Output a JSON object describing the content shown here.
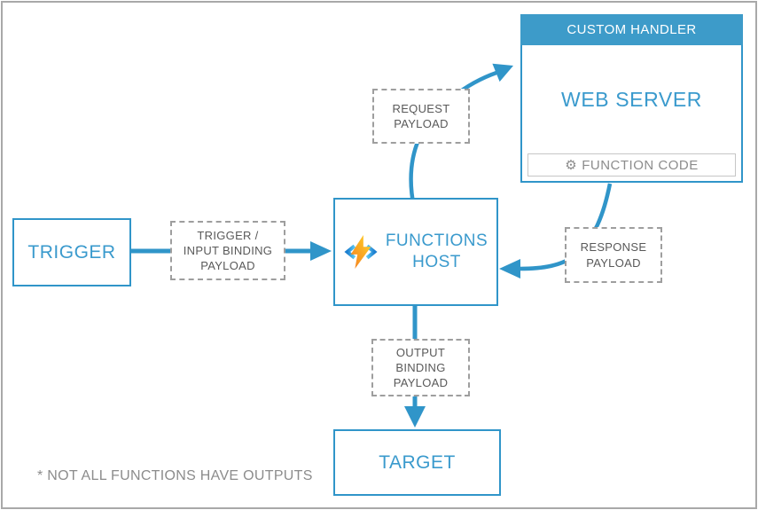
{
  "colors": {
    "accent_blue": "#3095C9",
    "header_bg": "#3D9BC9",
    "text_blue": "#3A9ACD",
    "dashed_border_gray": "#9E9E9E",
    "dashed_text_gray": "#595959",
    "muted_gray": "#8C8C8C",
    "frame_border": "#A9A9A9",
    "bolt_orange": "#F47B20",
    "bolt_yellow": "#FFD629"
  },
  "nodes": {
    "trigger": {
      "label": "TRIGGER"
    },
    "functions_host": {
      "lines": [
        "FUNCTIONS",
        "HOST"
      ]
    },
    "target": {
      "label": "TARGET"
    },
    "custom_handler": {
      "header": "CUSTOM HANDLER",
      "body": "WEB SERVER",
      "function_code": {
        "label": "FUNCTION CODE",
        "gear_icon": "⚙"
      }
    }
  },
  "payloads": {
    "trigger_input": {
      "lines": [
        "TRIGGER /",
        "INPUT BINDING",
        "PAYLOAD"
      ]
    },
    "request": {
      "lines": [
        "REQUEST",
        "PAYLOAD"
      ]
    },
    "response": {
      "lines": [
        "RESPONSE",
        "PAYLOAD"
      ]
    },
    "output": {
      "lines": [
        "OUTPUT",
        "BINDING",
        "PAYLOAD"
      ]
    }
  },
  "footnote": "* NOT ALL FUNCTIONS HAVE OUTPUTS"
}
